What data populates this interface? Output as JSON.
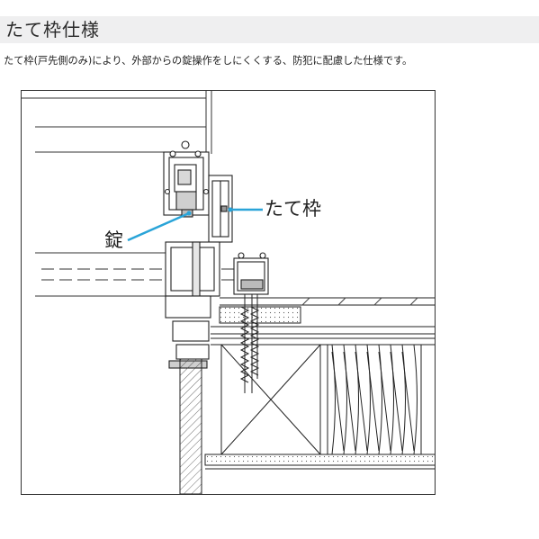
{
  "header": {
    "title": "たて枠仕様"
  },
  "description": "たて枠(戸先側のみ)により、外部からの錠操作をしにくくする、防犯に配慮した仕様です。",
  "diagram": {
    "labels": {
      "frame": "たて枠",
      "lock": "錠"
    },
    "callout_color": "#2aa4d8"
  }
}
